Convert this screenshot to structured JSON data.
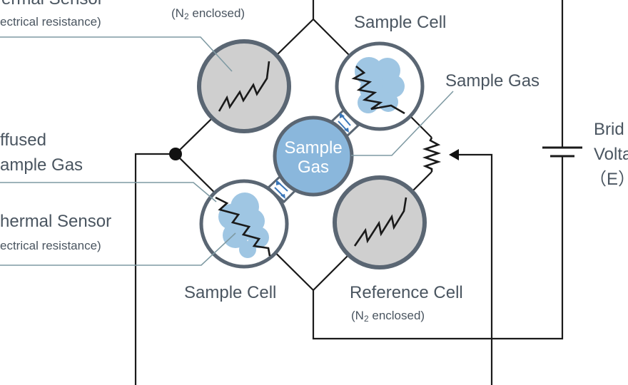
{
  "labels": {
    "thermal_sensor_top_line1": "ermal Sensor",
    "thermal_sensor_top_line2": "ectrical resistance)",
    "n2_enclosed_top": "(N",
    "n2_enclosed_top_sub": "2",
    "n2_enclosed_top_rest": " enclosed)",
    "sample_cell_top": "Sample Cell",
    "sample_gas": "Sample Gas",
    "bridge_voltage_line1": "Brid",
    "bridge_voltage_line2": "Volta",
    "bridge_voltage_line3": "（E）",
    "diffused_line1": "ffused",
    "diffused_line2": "ample Gas",
    "thermal_sensor_bottom_line1": "hermal Sensor",
    "thermal_sensor_bottom_line2": "ectrical resistance)",
    "sample_cell_bottom": "Sample Cell",
    "reference_cell": "Reference Cell",
    "n2_enclosed_bottom": "(N",
    "n2_enclosed_bottom_sub": "2",
    "n2_enclosed_bottom_rest": " enclosed)",
    "center_line1": "Sample",
    "center_line2": "Gas"
  },
  "colors": {
    "cell_border": "#5a6673",
    "reference_fill": "#cfcfcf",
    "gas_fill": "#9fc6e3",
    "center_fill": "#8ab7dc",
    "arrow": "#3a76b8",
    "wire": "#1a1a1a",
    "leader": "#7f9aa3"
  }
}
